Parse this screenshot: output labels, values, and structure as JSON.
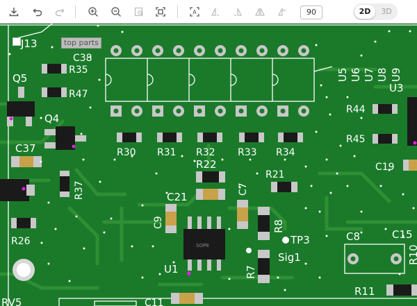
{
  "toolbar": {
    "zoom_value": "90",
    "view_2d_label": "2D",
    "view_3d_label": "3D",
    "icons": [
      "download-icon",
      "undo-icon",
      "redo-icon",
      "zoom-in-icon",
      "zoom-out-icon",
      "zoom-to-selection-icon",
      "fit-to-screen-icon",
      "auto-route-icon",
      "rotate-left-icon",
      "rotate-right-icon",
      "flip-horizontal-icon",
      "flip-vertical-icon"
    ]
  },
  "overlay": {
    "parts_label": "top parts"
  },
  "pcb": {
    "colors": {
      "board": "#1a7a2a",
      "trace": "#3a9a3a",
      "silk": "#ffffff",
      "pad": "#c8c8c8",
      "body": "#1a1a1a",
      "tan": "#c8a24a"
    },
    "labels": {
      "j13": "J13",
      "c38": "C38",
      "u5": "U5",
      "u6": "U6",
      "u7": "U7",
      "u8": "U8",
      "u9": "U9",
      "u3": "U3",
      "q5": "Q5",
      "q4": "Q4",
      "r35": "R35",
      "r47": "R47",
      "r44": "R44",
      "r45": "R45",
      "c37": "C37",
      "r30": "R30",
      "r31": "R31",
      "r32": "R32",
      "r33": "R33",
      "r34": "R34",
      "r22": "R22",
      "r21": "R21",
      "c19": "C19",
      "r37": "R37",
      "c21": "C21",
      "c7": "C7",
      "c9": "C9",
      "r8": "R8",
      "tp3": "TP3",
      "sig1": "Sig1",
      "c8": "C8",
      "c15": "C15",
      "r10": "R10",
      "r26": "R26",
      "u1": "U1",
      "r7": "R7",
      "r11": "R11",
      "rv5": "RV5",
      "c11": "C11",
      "sop8": "SOP8"
    }
  }
}
